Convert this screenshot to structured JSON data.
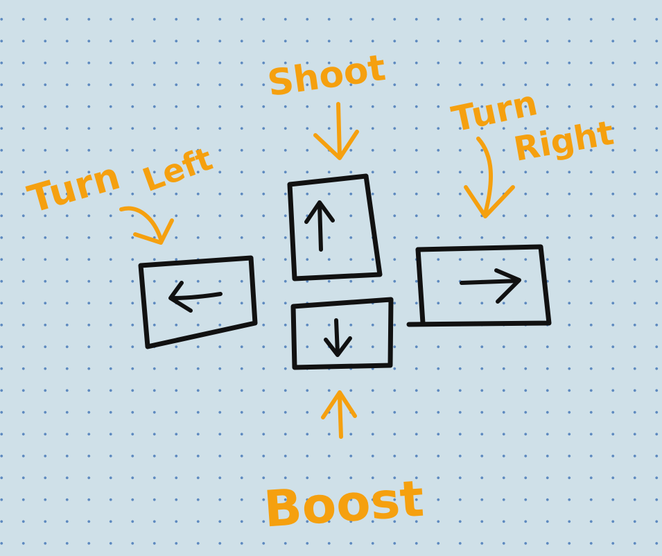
{
  "labels": {
    "shoot": "Shoot",
    "turn_left_1": "Turn",
    "turn_left_2": "Left",
    "turn_right_1": "Turn",
    "turn_right_2": "Right",
    "boost": "Boost"
  },
  "keys": {
    "up": "up-arrow-key",
    "down": "down-arrow-key",
    "left": "left-arrow-key",
    "right": "right-arrow-key"
  },
  "colors": {
    "background": "#cfe0e8",
    "dots": "#5d89bf",
    "ink": "#111111",
    "annotation": "#f5a00f"
  }
}
